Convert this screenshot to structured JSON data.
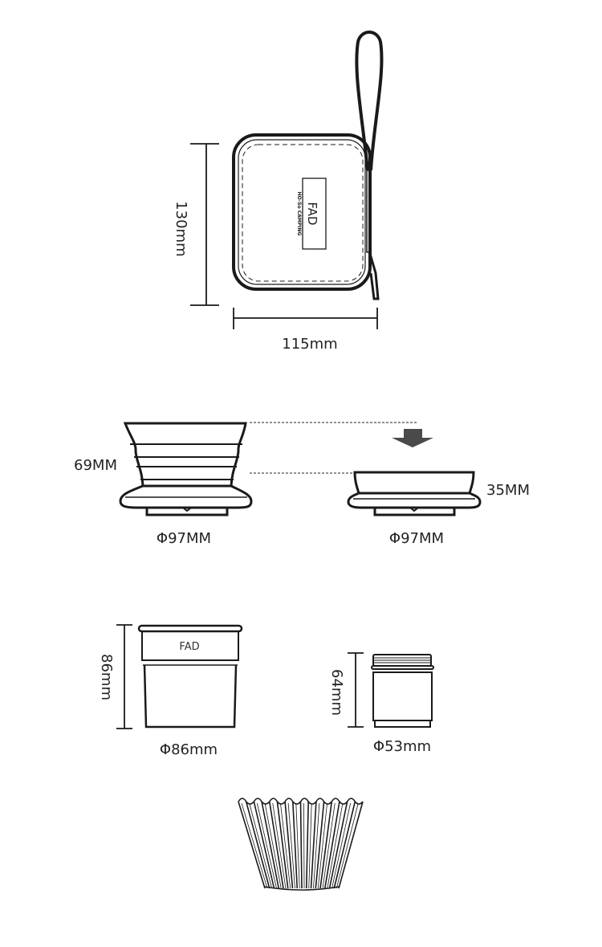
{
  "case": {
    "height_label": "130mm",
    "width_label": "115mm",
    "logo_text": "FAD",
    "logo_subtext": "HO-So CAMPING"
  },
  "dripper": {
    "extended_height_label": "69MM",
    "extended_diameter_label": "Φ97MM",
    "collapsed_height_label": "35MM",
    "collapsed_diameter_label": "Φ97MM"
  },
  "cup": {
    "height_label": "86mm",
    "diameter_label": "Φ86mm",
    "logo_text": "FAD"
  },
  "jar": {
    "height_label": "64mm",
    "diameter_label": "Φ53mm"
  },
  "colors": {
    "line": "#1a1a1a",
    "arrow": "#4a4a4a"
  }
}
